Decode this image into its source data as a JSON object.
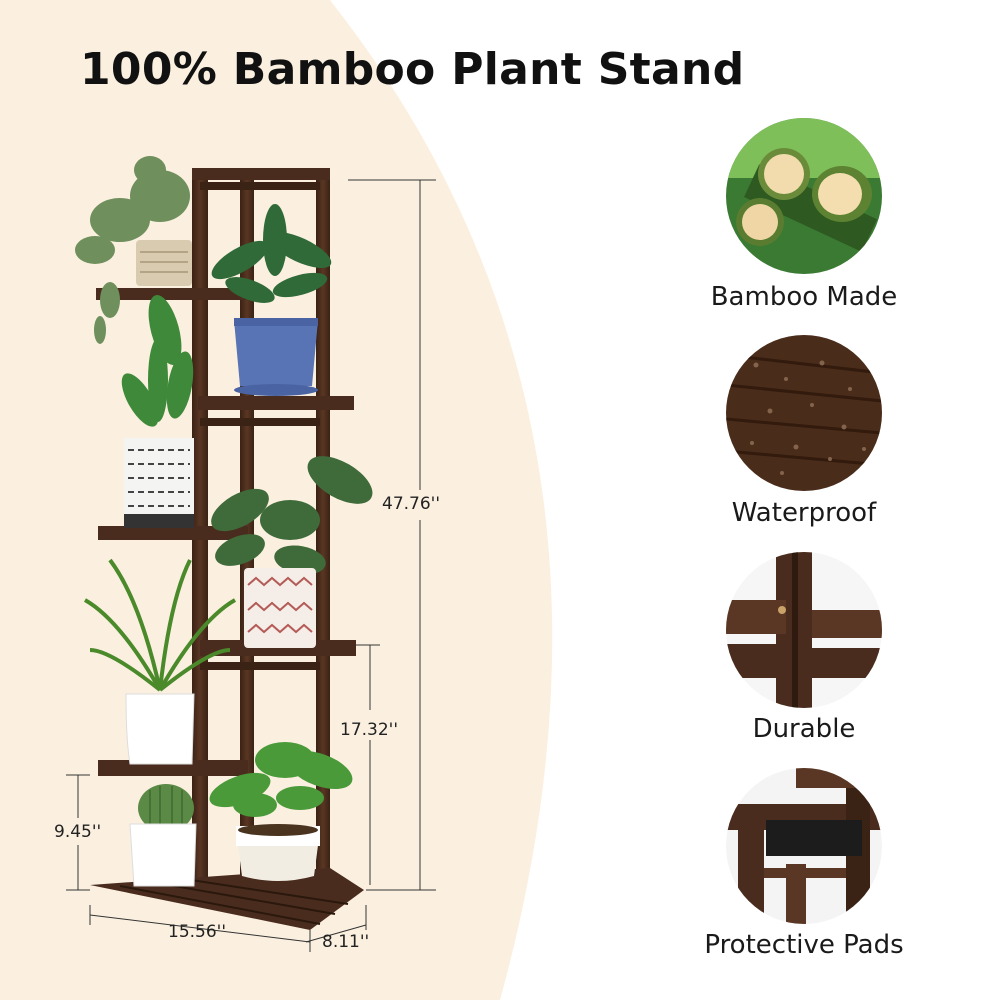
{
  "title": "100% Bamboo Plant Stand",
  "dimensions": {
    "height_total": "47.76''",
    "height_section": "17.32''",
    "height_bottom": "9.45''",
    "width": "15.56''",
    "depth": "8.11''"
  },
  "features": [
    {
      "label": "Bamboo Made",
      "icon": "bamboo-icon"
    },
    {
      "label": "Waterproof",
      "icon": "waterproof-wood-icon"
    },
    {
      "label": "Durable",
      "icon": "durable-frame-icon"
    },
    {
      "label": "Protective Pads",
      "icon": "protective-pad-icon"
    }
  ],
  "colors": {
    "background_arc": "#fbf0e0",
    "wood": "#4a2c1e",
    "wood_dark": "#35200f",
    "text": "#111111"
  }
}
